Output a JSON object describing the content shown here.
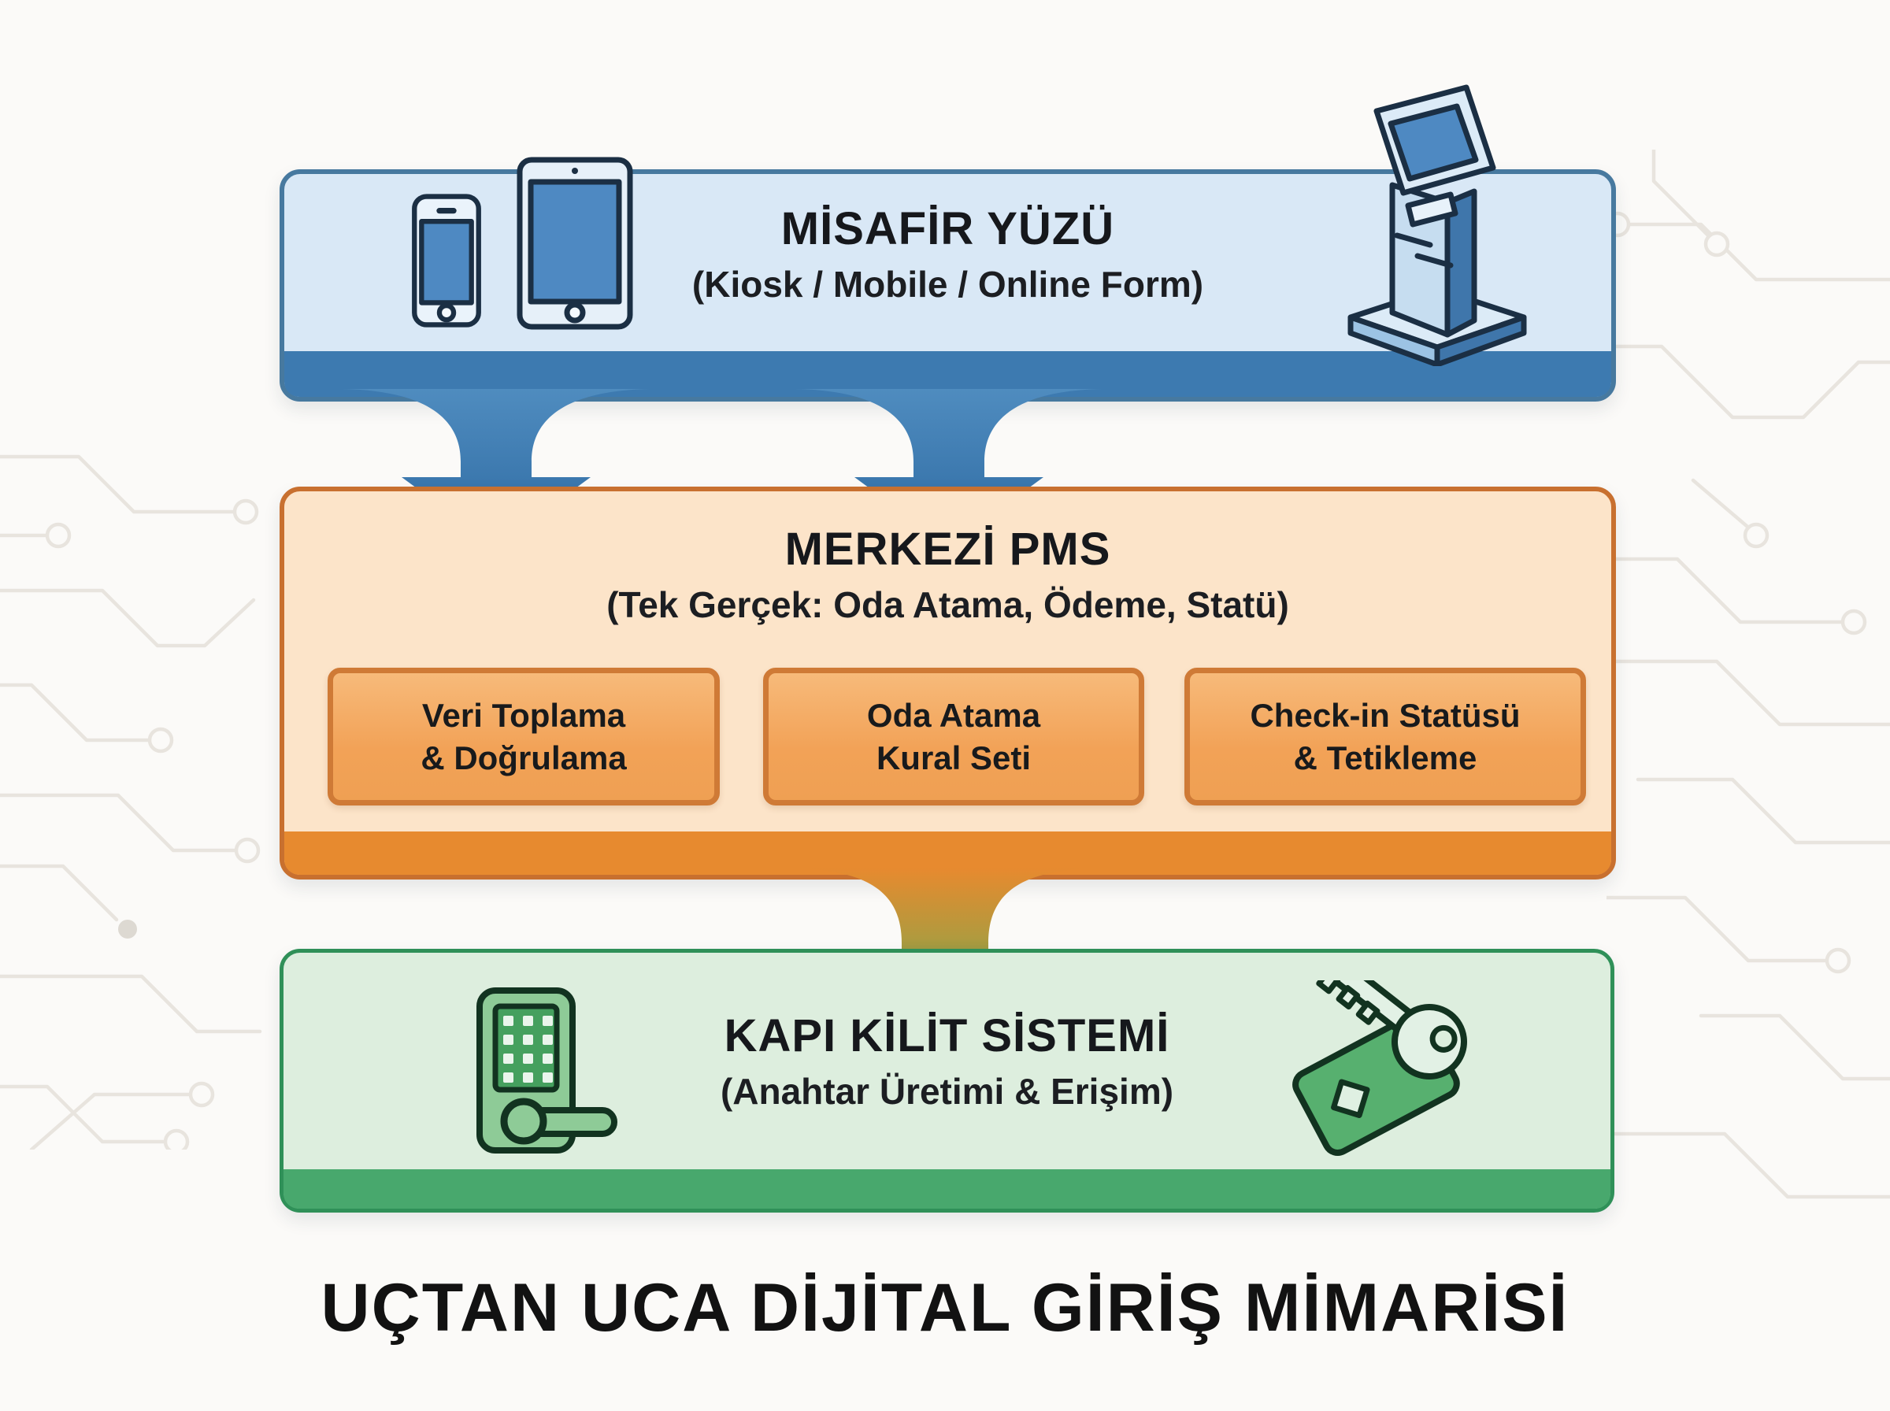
{
  "guest_layer": {
    "title": "MİSAFİR YÜZÜ",
    "subtitle": "(Kiosk / Mobile / Online Form)",
    "icons": [
      "smartphone-icon",
      "tablet-icon",
      "kiosk-icon"
    ]
  },
  "pms_layer": {
    "title": "MERKEZİ PMS",
    "subtitle": "(Tek Gerçek: Oda Atama, Ödeme, Statü)",
    "modules": [
      {
        "label": "Veri Toplama\n& Doğrulama"
      },
      {
        "label": "Oda Atama\nKural Seti"
      },
      {
        "label": "Check-in Statüsü\n& Tetikleme"
      }
    ]
  },
  "lock_layer": {
    "title": "KAPI KİLİT SİSTEMİ",
    "subtitle": "(Anahtar Üretimi & Erişim)",
    "icons": [
      "door-lock-icon",
      "key-card-icon"
    ]
  },
  "footer": {
    "title": "UÇTAN UCA DİJİTAL GİRİŞ MİMARİSİ"
  },
  "colors": {
    "background": "#fbfaf8",
    "circuit_line": "#e8e4de",
    "guest_fill": "#d9e8f6",
    "guest_border": "#47799f",
    "guest_band": "#3d7ab0",
    "pms_fill": "#fce4c9",
    "pms_border": "#c8702f",
    "pms_band": "#e78a2f",
    "module_fill": "#f2a257",
    "module_border": "#cf7a36",
    "lock_fill": "#ddeede",
    "lock_border": "#2f9058",
    "lock_band": "#48a86d",
    "arrow_blue_top": "#4f8cbf",
    "arrow_blue_bottom": "#2e6aa2",
    "arrow_orange": "#e78a2f",
    "arrow_green": "#2f9e60",
    "text": "#17181a"
  }
}
